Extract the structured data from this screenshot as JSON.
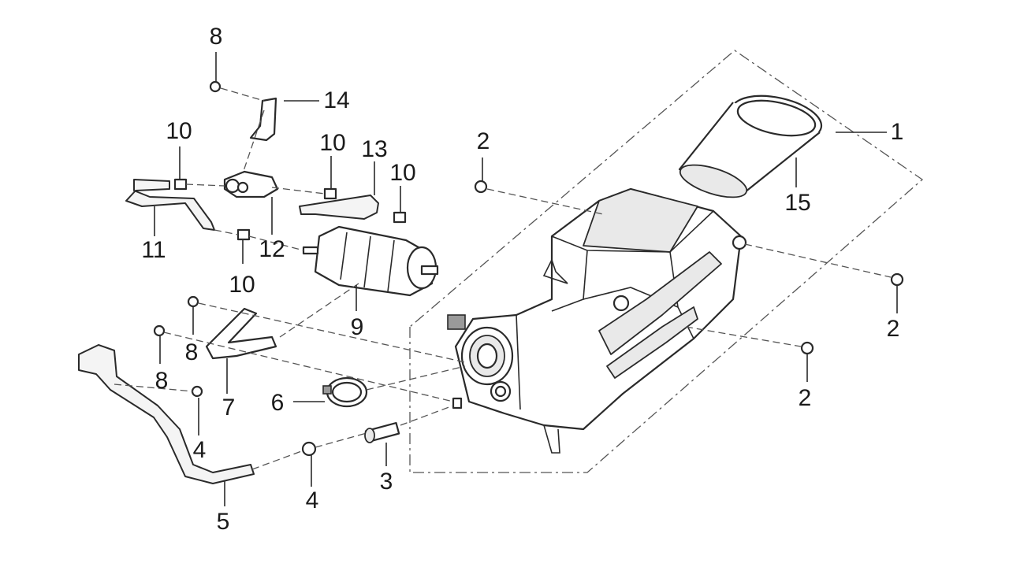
{
  "callouts": [
    {
      "id": "c1",
      "text": "1"
    },
    {
      "id": "c2a",
      "text": "2"
    },
    {
      "id": "c2b",
      "text": "2"
    },
    {
      "id": "c2c",
      "text": "2"
    },
    {
      "id": "c3",
      "text": "3"
    },
    {
      "id": "c4a",
      "text": "4"
    },
    {
      "id": "c4b",
      "text": "4"
    },
    {
      "id": "c5",
      "text": "5"
    },
    {
      "id": "c6",
      "text": "6"
    },
    {
      "id": "c7",
      "text": "7"
    },
    {
      "id": "c8a",
      "text": "8"
    },
    {
      "id": "c8b",
      "text": "8"
    },
    {
      "id": "c8c",
      "text": "8"
    },
    {
      "id": "c9",
      "text": "9"
    },
    {
      "id": "c10a",
      "text": "10"
    },
    {
      "id": "c10b",
      "text": "10"
    },
    {
      "id": "c10c",
      "text": "10"
    },
    {
      "id": "c10d",
      "text": "10"
    },
    {
      "id": "c11",
      "text": "11"
    },
    {
      "id": "c12",
      "text": "12"
    },
    {
      "id": "c13",
      "text": "13"
    },
    {
      "id": "c14",
      "text": "14"
    },
    {
      "id": "c15",
      "text": "15"
    }
  ]
}
